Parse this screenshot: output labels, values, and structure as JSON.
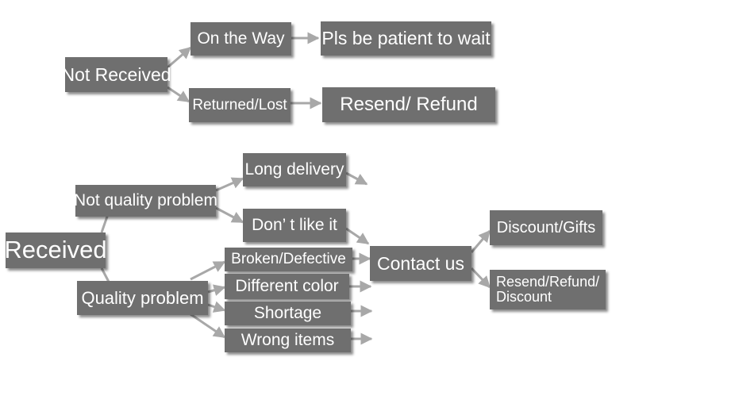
{
  "nodes": {
    "not_received": "Not Received",
    "on_the_way": "On the Way",
    "pls_wait": "Pls be patient to wait",
    "returned_lost": "Returned/Lost",
    "resend_refund": "Resend/ Refund",
    "received": "Received",
    "not_quality_problem": "Not quality problem",
    "long_delivery": "Long delivery",
    "dont_like_it": "Don’ t like it",
    "quality_problem": "Quality problem",
    "broken_defective": "Broken/Defective",
    "different_color": "Different color",
    "shortage": "Shortage",
    "wrong_items": "Wrong items",
    "contact_us": "Contact us",
    "discount_gifts": "Discount/Gifts",
    "resend_refund_discount_line1": "Resend/Refund/",
    "resend_refund_discount_line2": "Discount"
  },
  "colors": {
    "box_fill": "#6f6f6f",
    "box_text": "#ffffff",
    "arrow": "#a8a8a8"
  }
}
